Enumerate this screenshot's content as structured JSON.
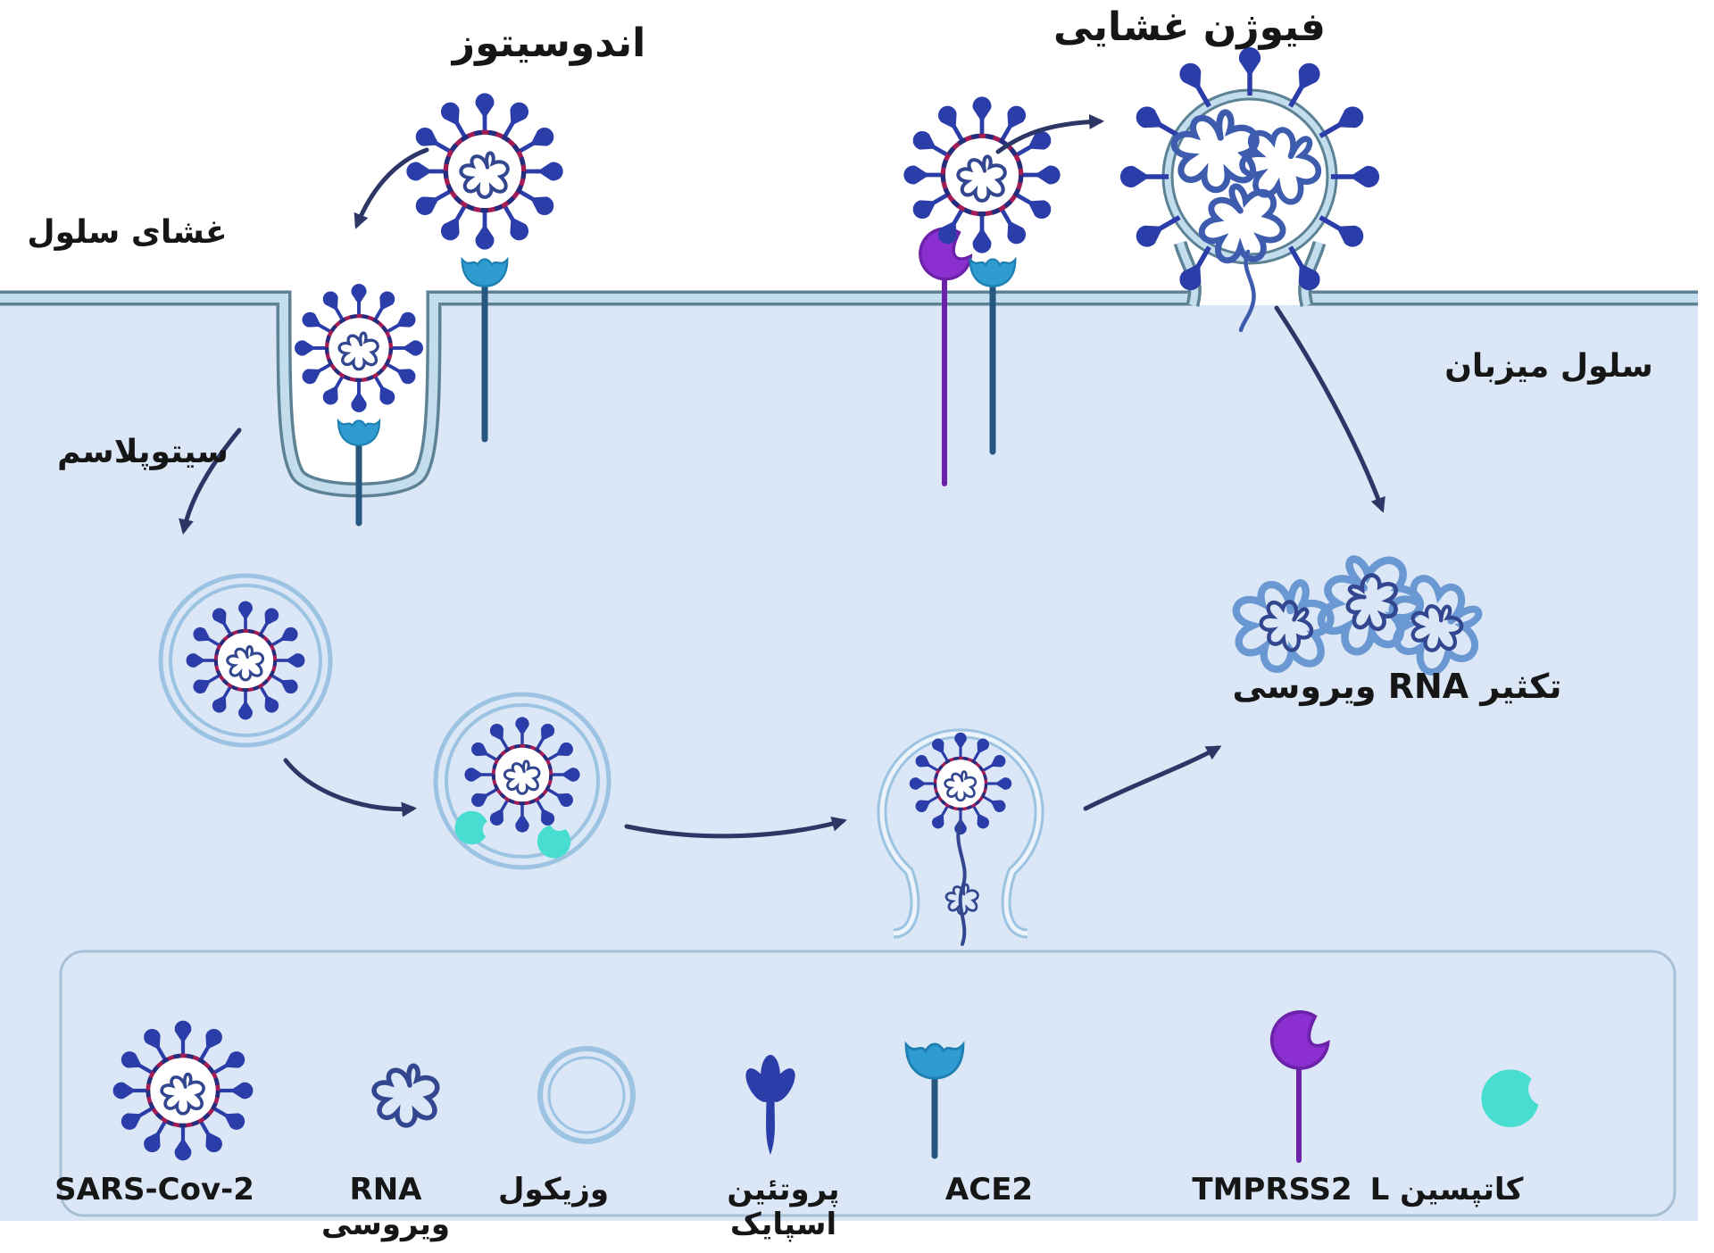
{
  "diagram": {
    "labels": {
      "endocytosis": "اندوسیتوز",
      "membrane_fusion": "فیوژن غشایی",
      "cell_membrane": "غشای سلول",
      "cytoplasm": "سیتوپلاسم",
      "host_cell": "سلول میزبان",
      "viral_rna_replication": "تکثیر RNA ویروسی"
    },
    "legend": {
      "items": [
        {
          "id": "sars-cov-2",
          "label": "SARS-Cov-2",
          "icon": "coronavirus-icon"
        },
        {
          "id": "viral-rna",
          "label": "RNA ویروسی",
          "icon": "rna-coil-icon"
        },
        {
          "id": "vesicle",
          "label": "وزیکول",
          "icon": "vesicle-circle-icon"
        },
        {
          "id": "spike-protein",
          "label": "پروتئین اسپایک",
          "icon": "spike-protein-icon"
        },
        {
          "id": "ace2",
          "label": "ACE2",
          "icon": "ace2-receptor-icon"
        },
        {
          "id": "tmprss2",
          "label": "TMPRSS2",
          "icon": "tmprss2-receptor-icon"
        },
        {
          "id": "cathepsin-l",
          "label": "کاتپسین L",
          "icon": "cathepsin-l-icon"
        }
      ]
    },
    "colors": {
      "spike_blue": "#2b3da8",
      "capsid_ring": "#a21d56",
      "capsid_navy": "#232d7d",
      "rna_navy": "#32478f",
      "rna_mid": "#3d5cae",
      "rna_light": "#6a98d2",
      "membrane_fill": "#c3dded",
      "membrane_edge": "#5d8296",
      "cytoplasm": "#dbe7f6",
      "ace2": "#2f9cd1",
      "ace2_dark": "#1e7fb0",
      "ace2_stem": "#27577f",
      "tmprss2": "#8b2fd0",
      "tmprss2_stem": "#6b21a8",
      "cathepsin": "#47ddd0",
      "vesicle_ring": "#9cc3e2",
      "arrow": "#2c3766"
    }
  }
}
